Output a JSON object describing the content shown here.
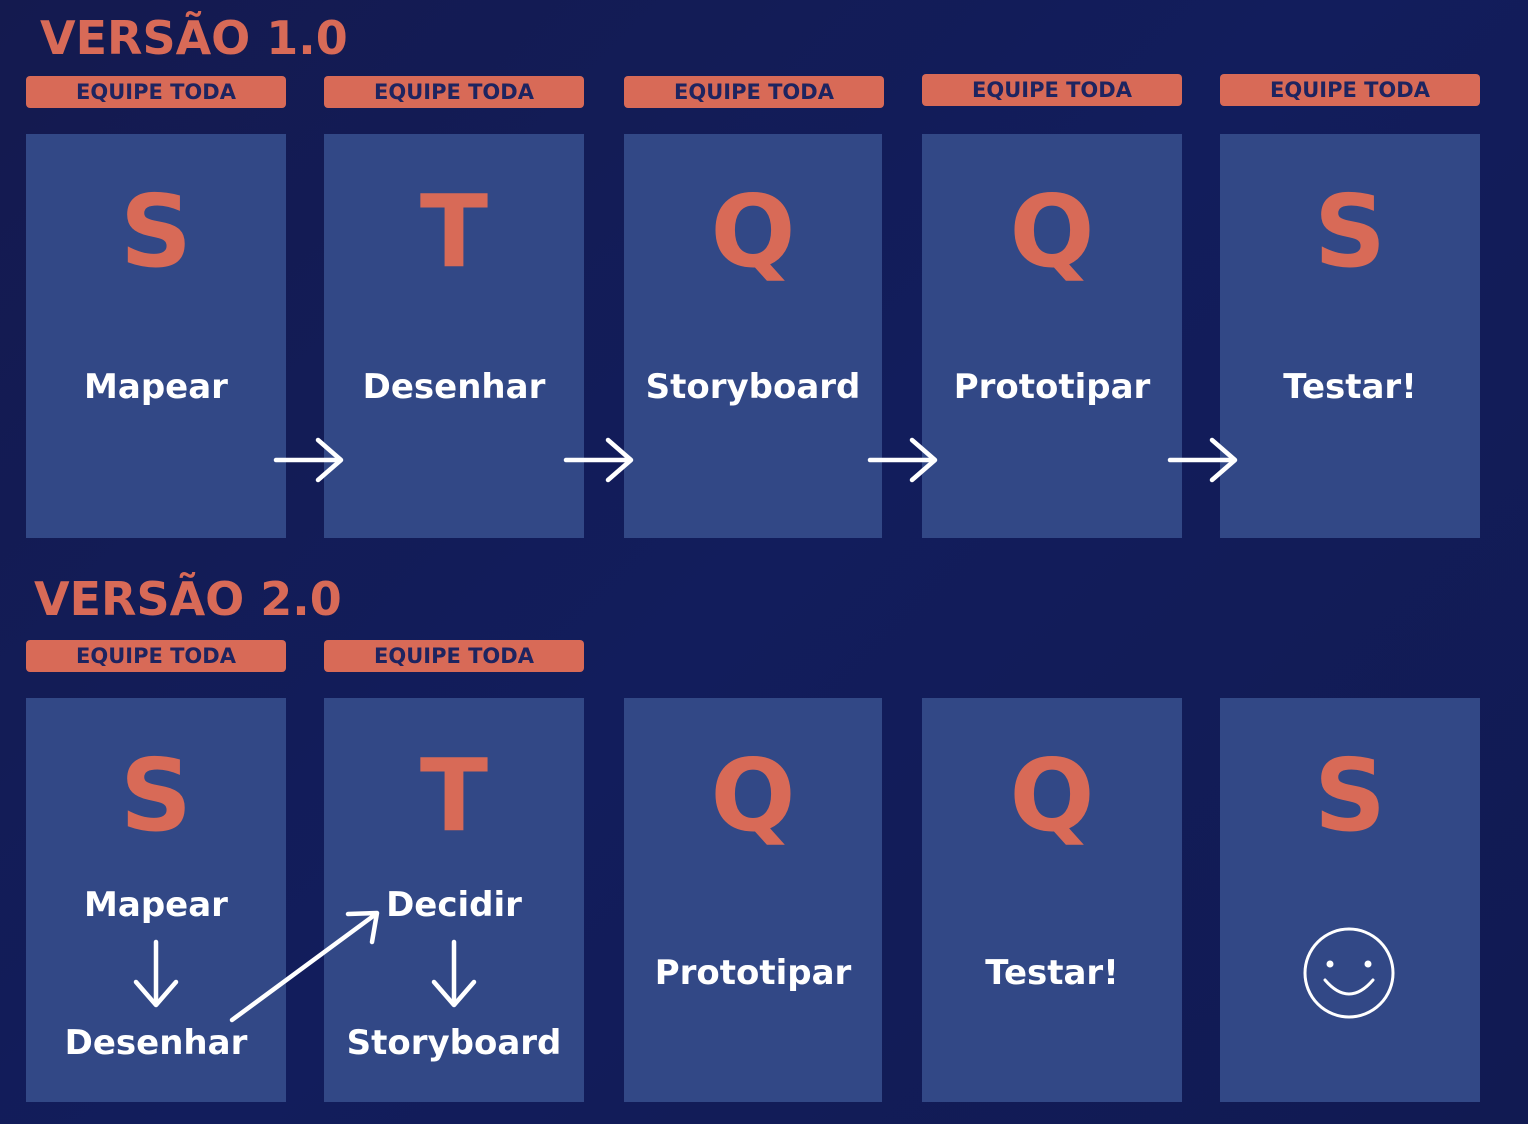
{
  "v1": {
    "title": "VERSÃO 1.0",
    "columns": [
      {
        "tag": "EQUIPE TODA",
        "letter": "S",
        "label": "Mapear"
      },
      {
        "tag": "EQUIPE TODA",
        "letter": "T",
        "label": "Desenhar"
      },
      {
        "tag": "EQUIPE TODA",
        "letter": "Q",
        "label": "Storyboard"
      },
      {
        "tag": "EQUIPE TODA",
        "letter": "Q",
        "label": "Prototipar"
      },
      {
        "tag": "EQUIPE TODA",
        "letter": "S",
        "label": "Testar!"
      }
    ]
  },
  "v2": {
    "title": "VERSÃO 2.0",
    "columns": [
      {
        "tag": "EQUIPE TODA",
        "letter": "S",
        "labels": [
          "Mapear",
          "Desenhar"
        ]
      },
      {
        "tag": "EQUIPE TODA",
        "letter": "T",
        "labels": [
          "Decidir",
          "Storyboard"
        ]
      },
      {
        "letter": "Q",
        "label": "Prototipar"
      },
      {
        "letter": "Q",
        "label": "Testar!"
      },
      {
        "letter": "S",
        "icon": "smiley-icon"
      }
    ]
  },
  "colors": {
    "background": "#131b55",
    "card": "#324886",
    "accent": "#d86a57",
    "tag_text": "#1e2460",
    "label_text": "#ffffff"
  },
  "icons": [
    "arrow-right-icon",
    "arrow-down-icon",
    "arrow-diagonal-icon",
    "smiley-icon"
  ]
}
